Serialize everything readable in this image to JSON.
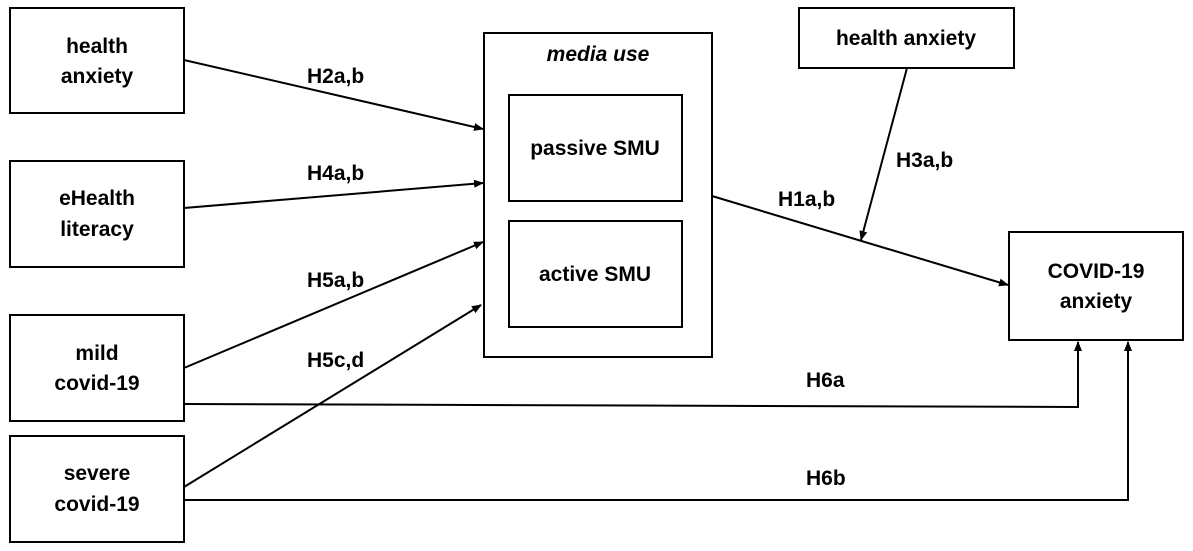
{
  "nodes": {
    "health_anxiety_left": {
      "lines": [
        "health",
        "anxiety"
      ]
    },
    "ehealth_literacy": {
      "lines": [
        "eHealth",
        "literacy"
      ]
    },
    "mild_covid": {
      "lines": [
        "mild",
        "covid-19"
      ]
    },
    "severe_covid": {
      "lines": [
        "severe",
        "covid-19"
      ]
    },
    "media_use": {
      "title": "media use"
    },
    "passive_smu": {
      "label": "passive SMU"
    },
    "active_smu": {
      "label": "active SMU"
    },
    "health_anxiety_top": {
      "label": "health anxiety"
    },
    "covid_anxiety": {
      "lines": [
        "COVID-19",
        "anxiety"
      ]
    }
  },
  "edges": {
    "h2": "H2a,b",
    "h4": "H4a,b",
    "h5ab": "H5a,b",
    "h5cd": "H5c,d",
    "h1": "H1a,b",
    "h3": "H3a,b",
    "h6a": "H6a",
    "h6b": "H6b"
  }
}
